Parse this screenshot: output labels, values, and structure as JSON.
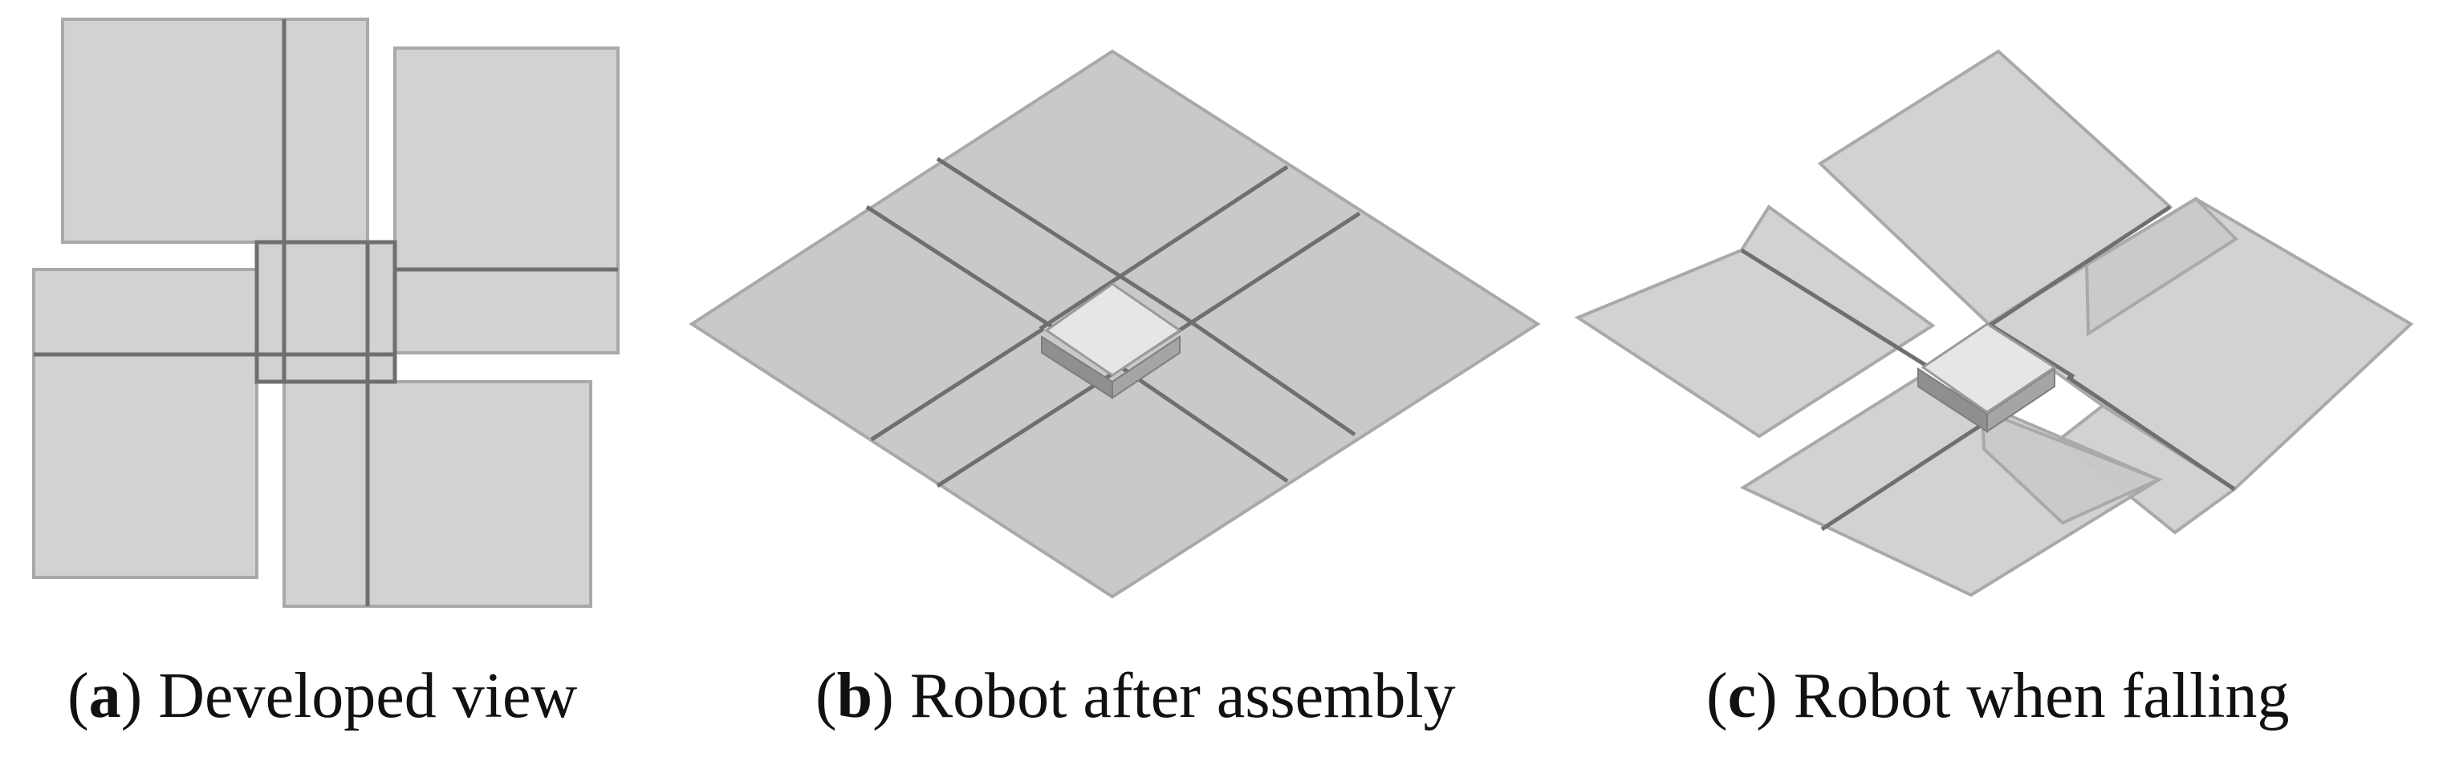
{
  "captions": {
    "a": {
      "open": "(",
      "letter": "a",
      "close": ")",
      "text": " Developed view"
    },
    "b": {
      "open": "(",
      "letter": "b",
      "close": ")",
      "text": " Robot after assembly"
    },
    "c": {
      "open": "(",
      "letter": "c",
      "close": ")",
      "text": " Robot when falling"
    }
  },
  "colors": {
    "panel_fill": "#c8c8c8",
    "panel_stroke": "#a9a9a9",
    "fold_line": "#6f6f6f",
    "core_top": "#e6e6e6",
    "background": "#ffffff"
  }
}
